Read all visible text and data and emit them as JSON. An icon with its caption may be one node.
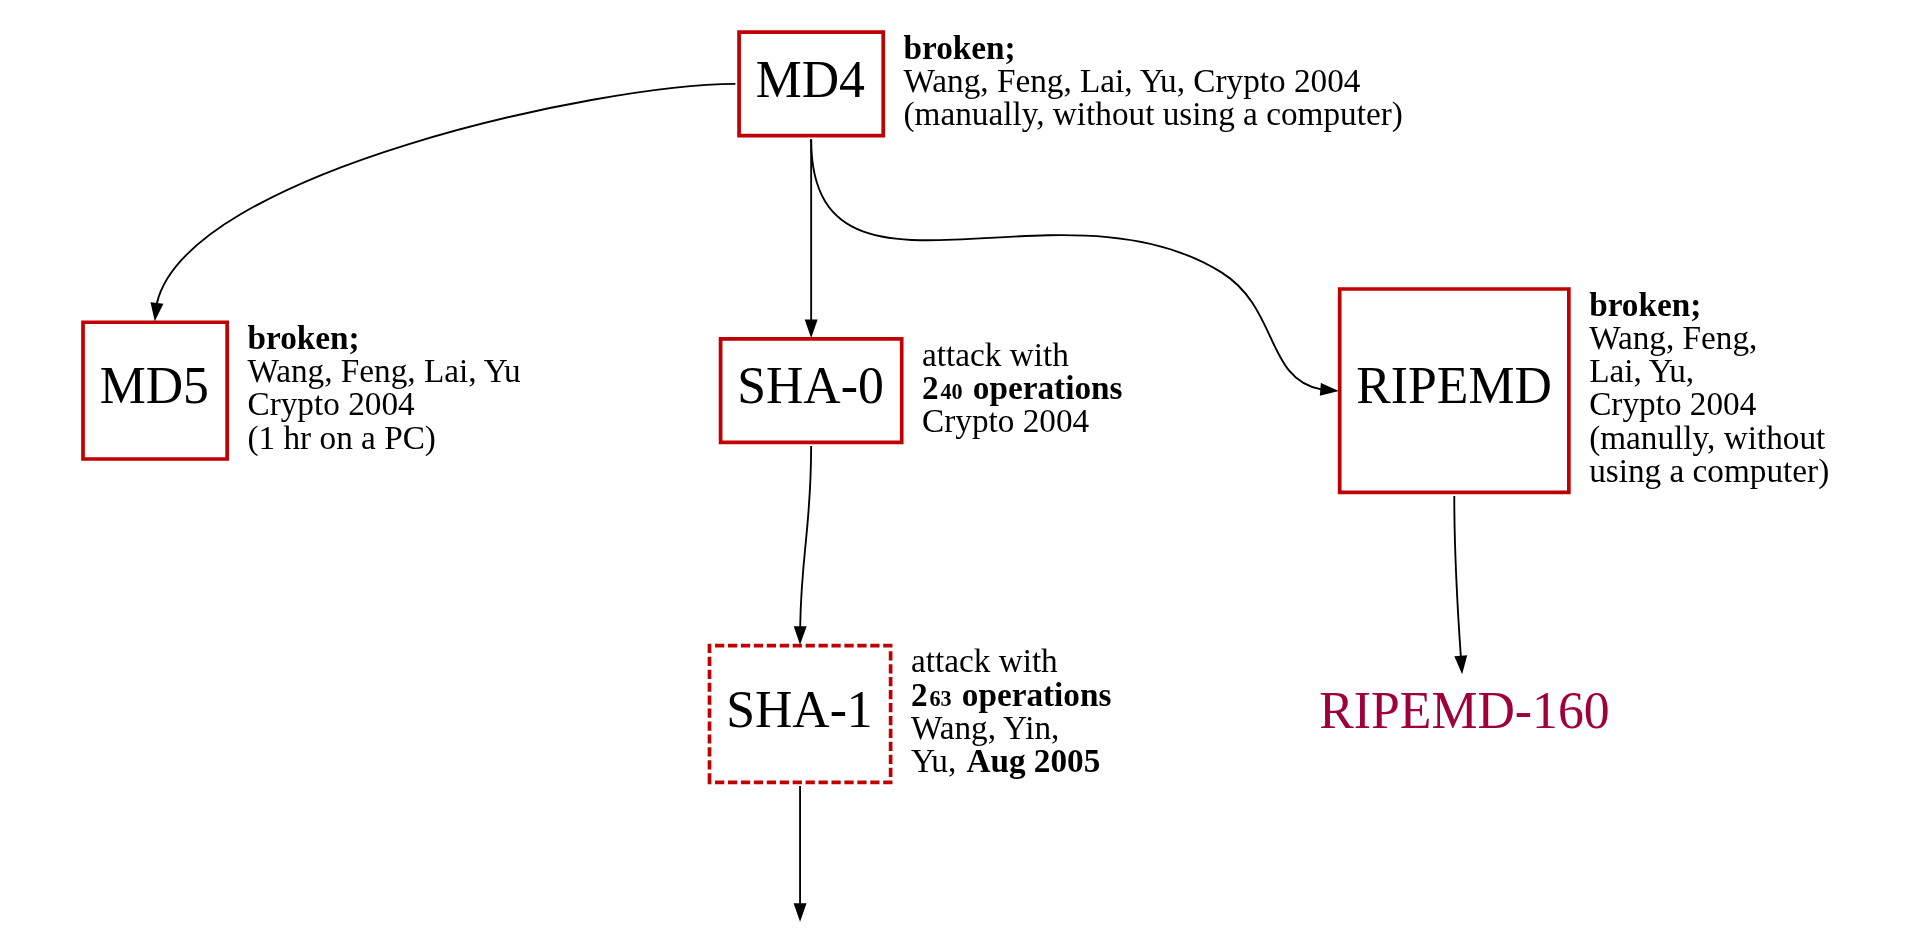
{
  "diagram": {
    "nodes": [
      {
        "text": [
          "MD4"
        ],
        "beside": [
          "**broken;**",
          "Wang, Feng, Lai, Yu, Crypto 2004",
          "(manually, without using a computer)"
        ]
      },
      {
        "text": [
          "MD5"
        ],
        "beside": [
          "**broken;**",
          "Wang, Feng, Lai, Yu",
          "Crypto 2004",
          "(1 hr on a PC)"
        ]
      },
      {
        "text": [
          "SHA-0"
        ],
        "beside": [
          "attack with",
          "**2$^{40}$ operations**",
          "Crypto 2004"
        ]
      },
      {
        "text": [
          "RIPEMD"
        ],
        "beside": [
          "**broken;**",
          "Wang, Feng,",
          "Lai, Yu,",
          "Crypto 2004",
          "(manully, without",
          "using a computer)"
        ]
      },
      {
        "text": [
          "SHA-1"
        ],
        "beside": [
          "attack with",
          "**2$^{63}$ operations**",
          "Wang, Yin,",
          "Yu, **Aug 2005**"
        ]
      },
      {
        "text": [
          "RIPEMD-160"
        ]
      }
    ],
    "edges": [
      {
        "from": 0,
        "to": 1,
        "arrow": "to"
      },
      {
        "from": 0,
        "to": 2,
        "arrow": "to"
      },
      {
        "from": 0,
        "to": 3,
        "arrow": "to"
      },
      {
        "from": 2,
        "to": 4,
        "arrow": "to"
      },
      {
        "from": 3,
        "to": 5,
        "arrow": "to"
      },
      {
        "from": 4,
        "to": null,
        "arrow": "to"
      }
    ]
  }
}
